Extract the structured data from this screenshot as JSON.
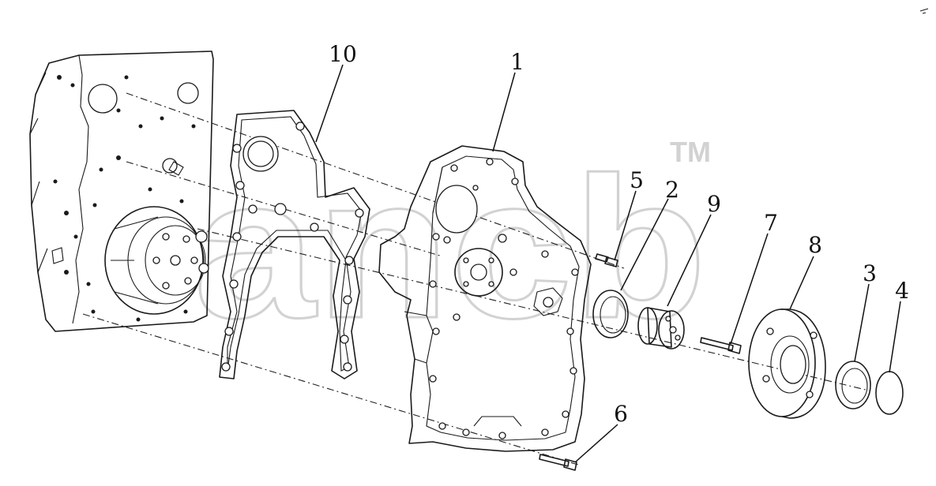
{
  "diagram": {
    "watermark": {
      "text": "ancb",
      "mark": "TM"
    },
    "callouts": [
      {
        "id": "c1",
        "label": "1"
      },
      {
        "id": "c2",
        "label": "2"
      },
      {
        "id": "c3",
        "label": "3"
      },
      {
        "id": "c4",
        "label": "4"
      },
      {
        "id": "c5",
        "label": "5"
      },
      {
        "id": "c6",
        "label": "6"
      },
      {
        "id": "c7",
        "label": "7"
      },
      {
        "id": "c8",
        "label": "8"
      },
      {
        "id": "c9",
        "label": "9"
      },
      {
        "id": "c10",
        "label": "10"
      }
    ]
  }
}
